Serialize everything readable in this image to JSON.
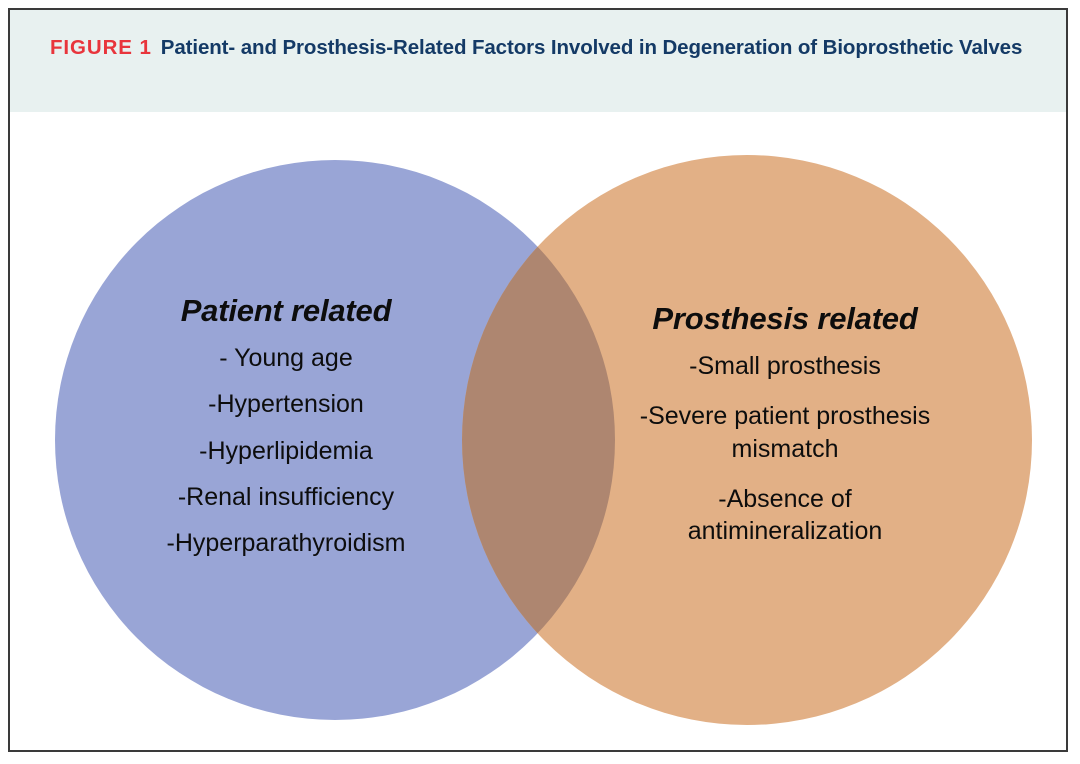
{
  "figure": {
    "number_label": "FIGURE 1",
    "caption": "Patient- and Prosthesis-Related Factors Involved in Degeneration of Bioprosthetic Valves",
    "number_color": "#e8353c",
    "caption_color": "#143a66",
    "band_color": "#e8f1f0",
    "frame_color": "#3a3a3a"
  },
  "chart_data": {
    "type": "venn",
    "title": "Patient- and Prosthesis-Related Factors Involved in Degeneration of Bioprosthetic Valves",
    "sets": [
      {
        "name": "Patient related",
        "label": "Patient related",
        "color": "#99a5d6",
        "items": [
          "- Young age",
          "-Hypertension",
          "-Hyperlipidemia",
          "-Renal insufficiency",
          "-Hyperparathyroidism"
        ]
      },
      {
        "name": "Prosthesis related",
        "label": "Prosthesis related",
        "color": "#e2b086",
        "items": [
          "-Small prosthesis",
          "-Severe patient prosthesis\nmismatch",
          "-Absence of\nantimineralization"
        ]
      }
    ],
    "intersection": {
      "label": "",
      "color": "#ae8670",
      "items": []
    },
    "legend": "none",
    "grid": false
  }
}
